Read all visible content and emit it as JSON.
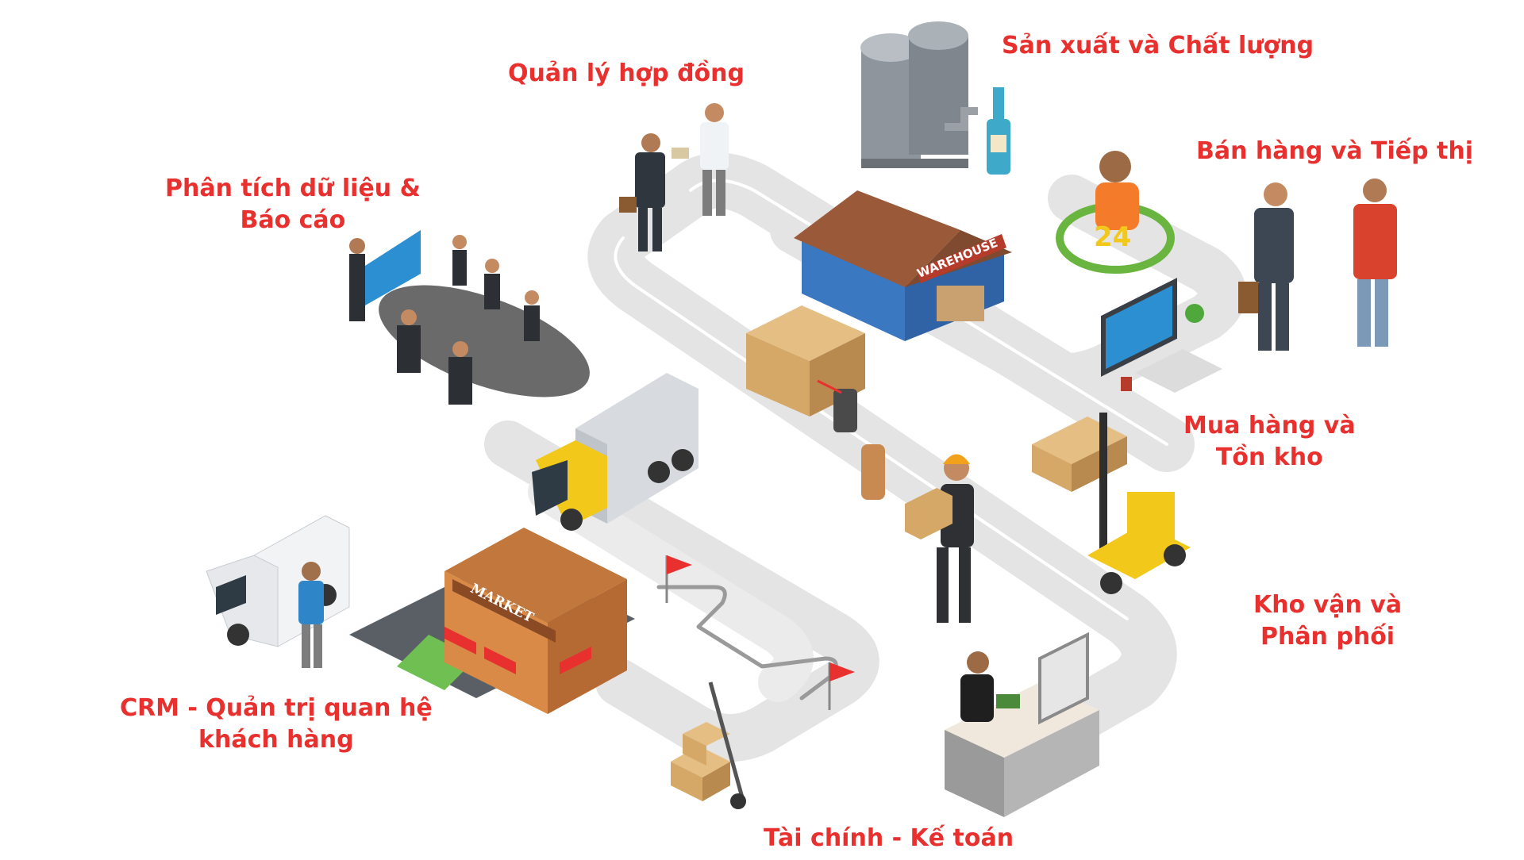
{
  "diagram": {
    "modules": [
      {
        "id": "contract",
        "lines": [
          "Quản lý hợp đồng"
        ]
      },
      {
        "id": "production",
        "lines": [
          "Sản xuất và Chất lượng"
        ]
      },
      {
        "id": "sales",
        "lines": [
          "Bán hàng và Tiếp thị"
        ]
      },
      {
        "id": "analytics",
        "lines": [
          "Phân tích dữ liệu &",
          "Báo cáo"
        ]
      },
      {
        "id": "purchasing",
        "lines": [
          "Mua hàng và",
          "Tồn kho"
        ]
      },
      {
        "id": "logistics",
        "lines": [
          "Kho vận và",
          "Phân phối"
        ]
      },
      {
        "id": "crm",
        "lines": [
          "CRM - Quản trị quan hệ",
          "khách hàng"
        ]
      },
      {
        "id": "finance",
        "lines": [
          "Tài chính - Kế toán"
        ]
      }
    ],
    "scene_signs": {
      "warehouse": "WAREHOUSE",
      "market": "MARKET",
      "support_hours": "24"
    },
    "colors": {
      "label": "#e8302e",
      "road": "#e4e4e4",
      "road_edge": "#ffffff",
      "warehouse_wall": "#3a78c2",
      "warehouse_roof": "#9a5a3a",
      "truck_cab": "#f2c81a",
      "box": "#d6a868",
      "grass": "#6fbf52"
    }
  }
}
